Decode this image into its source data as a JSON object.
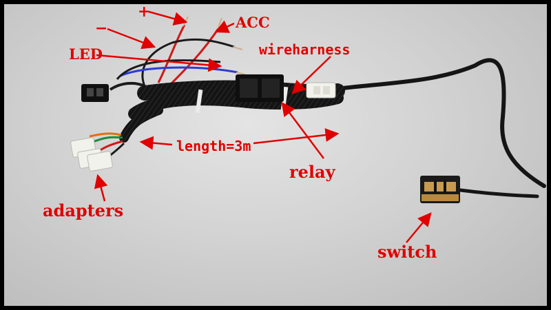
{
  "labels": {
    "plus": "+",
    "acc": "ACC",
    "minus": "−",
    "led": "LED",
    "wireharness": "wireharness",
    "length": "length=3m",
    "relay": "relay",
    "adapters": "adapters",
    "switch": "switch"
  },
  "colors": {
    "annotation": "#e00000",
    "cable": "#151515",
    "wire_red": "#d01818",
    "wire_blue": "#2a3bd6",
    "wire_green": "#1e8a3a",
    "connector_white": "#f2f2ec",
    "switch_body": "#c89a4e"
  }
}
